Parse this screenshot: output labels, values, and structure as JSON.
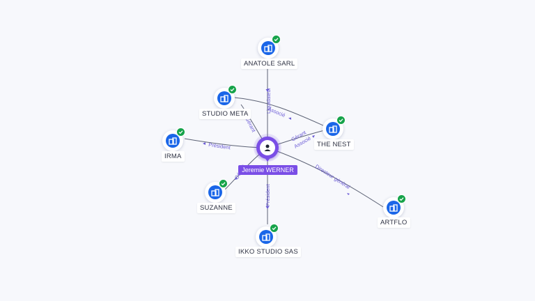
{
  "center": {
    "name": "Jeremie WERNER",
    "icon": "person-icon"
  },
  "companies": [
    {
      "id": "anatole",
      "name": "ANATOLE SARL",
      "verified": true,
      "icon": "building-icon"
    },
    {
      "id": "studio-meta",
      "name": "STUDIO META",
      "verified": true,
      "icon": "building-icon"
    },
    {
      "id": "the-nest",
      "name": "THE NEST",
      "verified": true,
      "icon": "building-icon"
    },
    {
      "id": "irma",
      "name": "IRMA",
      "verified": true,
      "icon": "building-icon"
    },
    {
      "id": "suzanne",
      "name": "SUZANNE",
      "verified": true,
      "icon": "building-icon"
    },
    {
      "id": "ikko",
      "name": "IKKO STUDIO SAS",
      "verified": true,
      "icon": "building-icon"
    },
    {
      "id": "artflo",
      "name": "ARTFLO",
      "verified": true,
      "icon": "building-icon"
    }
  ],
  "relations": {
    "anatole": "Liquidateur",
    "studio_meta_center": "Gérant",
    "studio_meta_nest": "Associé",
    "the_nest_gerant": "Gérant",
    "the_nest_associe": "Associé",
    "irma": "Président",
    "suzanne": "Gérant",
    "ikko": "Président",
    "artflo": "Directeur général"
  },
  "colors": {
    "accent": "#7a4ee6",
    "company": "#1a66e8",
    "verified": "#16a34a",
    "edge_label": "#6b5bd6"
  }
}
